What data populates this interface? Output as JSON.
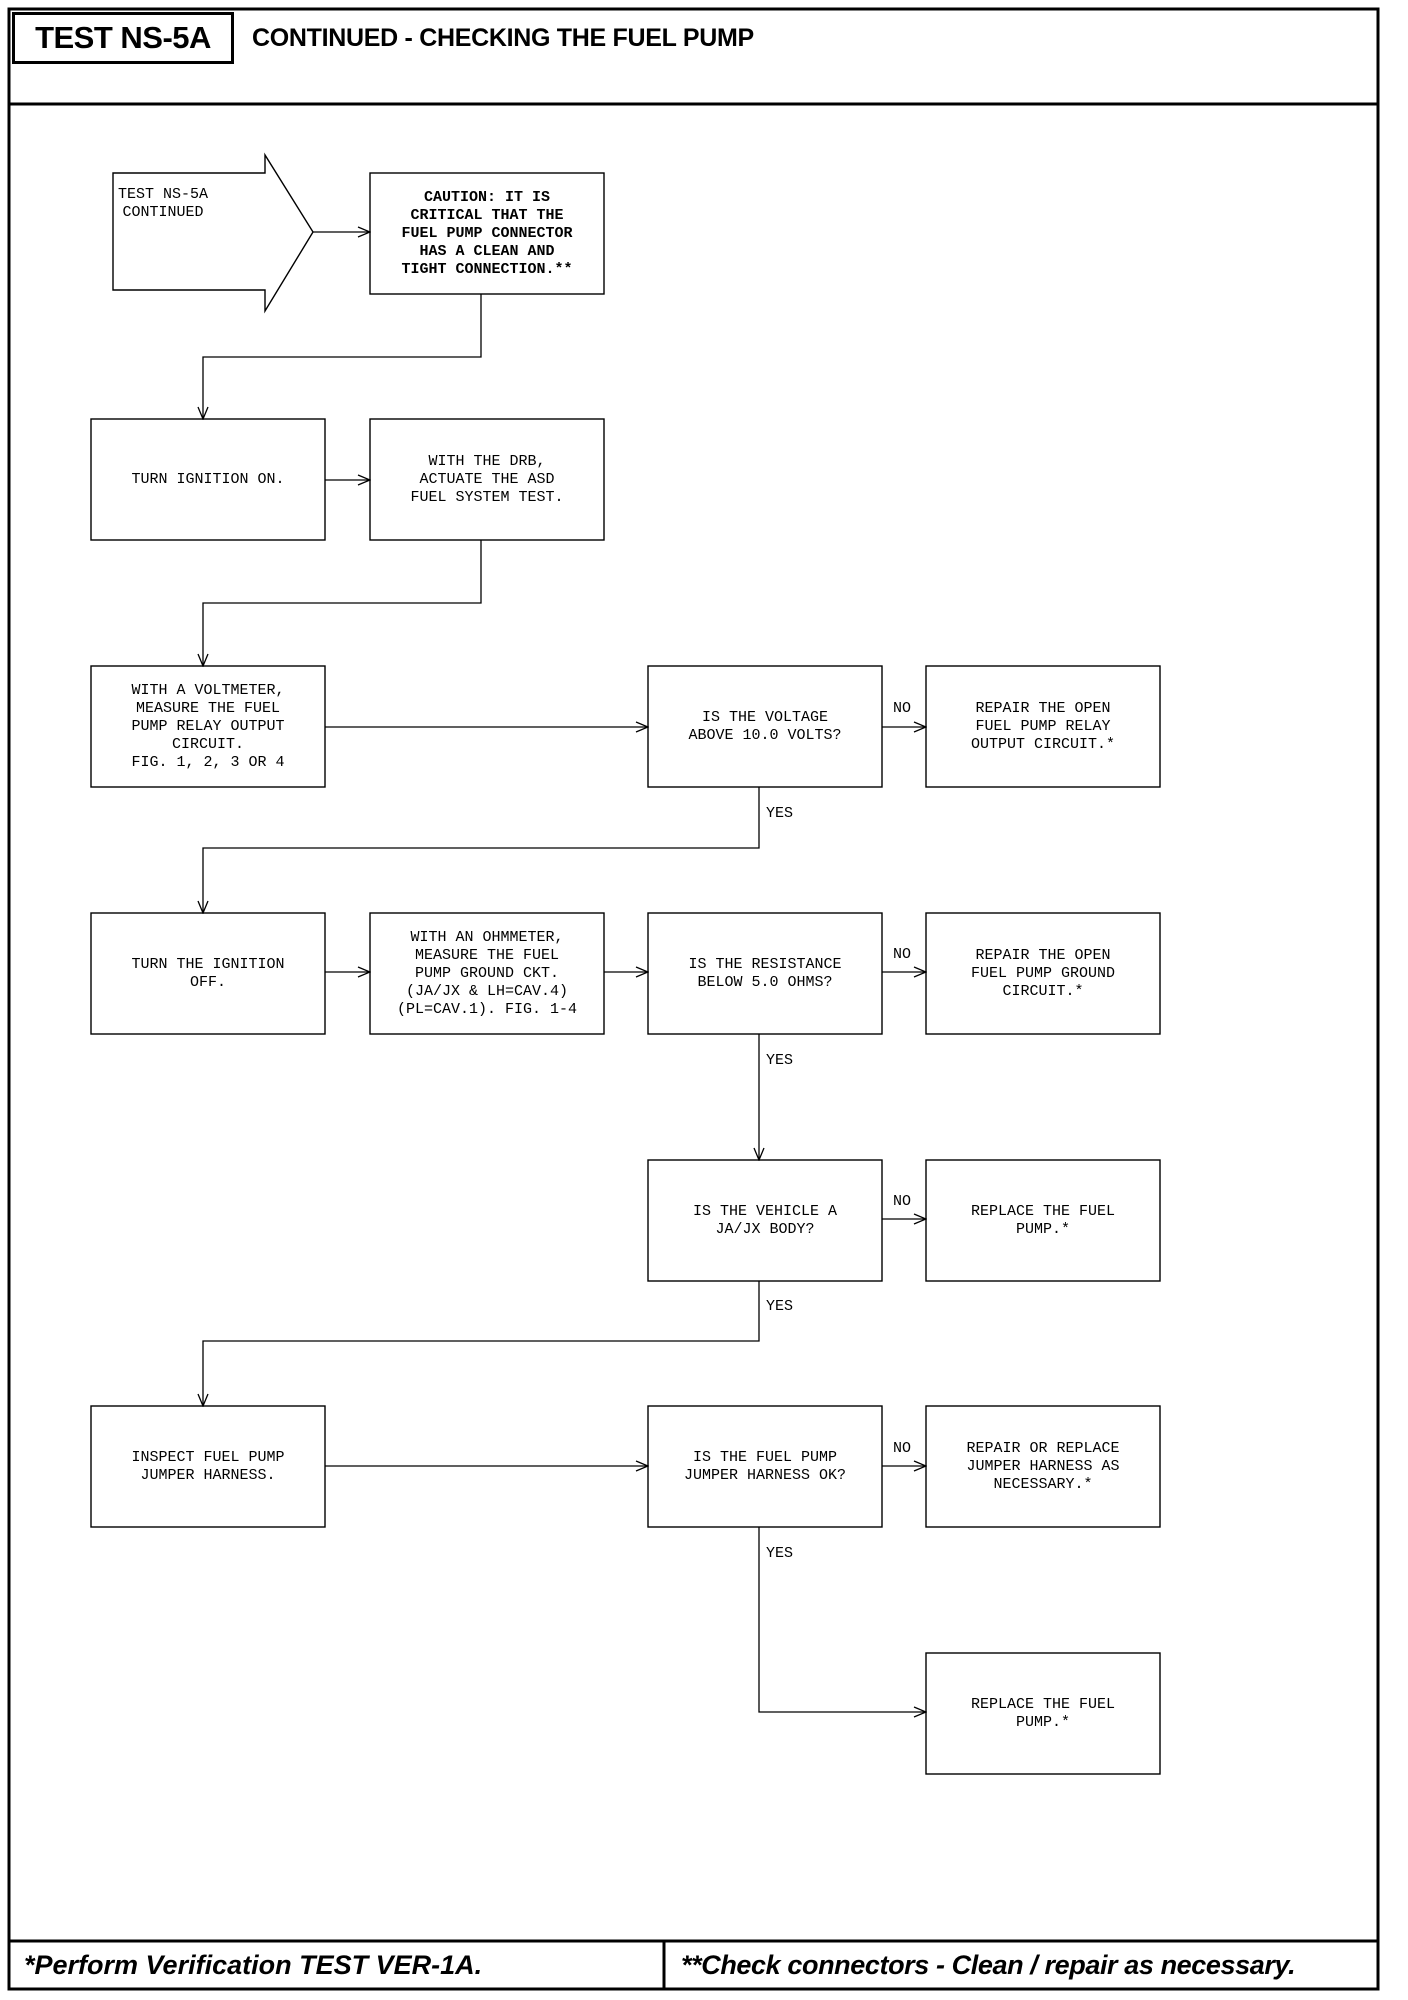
{
  "header": {
    "test_id": "TEST NS-5A",
    "title": "CONTINUED - CHECKING THE FUEL PUMP"
  },
  "flow": {
    "start": "TEST NS-5A\nCONTINUED",
    "caution": "CAUTION: IT IS\nCRITICAL THAT THE\nFUEL PUMP CONNECTOR\nHAS A CLEAN AND\nTIGHT CONNECTION.**",
    "turn_ignition_on": "TURN IGNITION ON.",
    "actuate_asd": "WITH THE DRB,\nACTUATE THE ASD\nFUEL SYSTEM TEST.",
    "measure_voltage": "WITH A VOLTMETER,\nMEASURE THE FUEL\nPUMP RELAY OUTPUT\nCIRCUIT.\nFIG. 1, 2, 3 OR 4",
    "q_voltage": "IS THE VOLTAGE\nABOVE 10.0 VOLTS?",
    "repair_relay_output": "REPAIR THE OPEN\nFUEL PUMP RELAY\nOUTPUT CIRCUIT.*",
    "turn_ignition_off": "TURN THE IGNITION\nOFF.",
    "measure_ground": "WITH AN OHMMETER,\nMEASURE THE FUEL\nPUMP GROUND CKT.\n(JA/JX & LH=CAV.4)\n(PL=CAV.1). FIG. 1-4",
    "q_resistance": "IS THE RESISTANCE\nBELOW 5.0 OHMS?",
    "repair_ground": "REPAIR THE OPEN\nFUEL PUMP GROUND\nCIRCUIT.*",
    "q_vehicle": "IS THE VEHICLE A\nJA/JX BODY?",
    "replace_pump_1": "REPLACE THE FUEL\nPUMP.*",
    "inspect_harness": "INSPECT FUEL PUMP\nJUMPER HARNESS.",
    "q_harness": "IS THE FUEL PUMP\nJUMPER HARNESS OK?",
    "repair_harness": "REPAIR OR REPLACE\nJUMPER HARNESS AS\nNECESSARY.*",
    "replace_pump_2": "REPLACE THE FUEL\nPUMP.*"
  },
  "labels": {
    "yes": "YES",
    "no": "NO"
  },
  "footer": {
    "left": "*Perform Verification TEST VER-1A.",
    "right": "**Check connectors - Clean / repair as necessary."
  }
}
